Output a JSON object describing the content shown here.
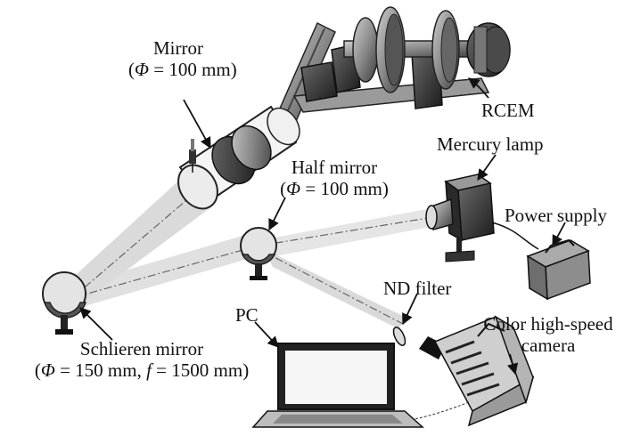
{
  "labels": {
    "mirror": {
      "name": "Mirror",
      "phi": "Φ",
      "spec": " = 100 mm"
    },
    "rcem": "RCEM",
    "mercury_lamp": "Mercury lamp",
    "half_mirror": {
      "name": "Half mirror",
      "phi": "Φ",
      "spec": " = 100 mm"
    },
    "power_supply": "Power supply",
    "nd_filter": "ND filter",
    "pc": "PC",
    "camera": {
      "line1": "Color high-speed",
      "line2": "camera"
    },
    "schlieren_mirror": {
      "name": "Schlieren mirror",
      "phi": "Φ",
      "spec_a": " = 150 mm, ",
      "f": "f",
      "spec_b": " = 1500 mm"
    },
    "paren_open": "(",
    "paren_close": ")"
  }
}
